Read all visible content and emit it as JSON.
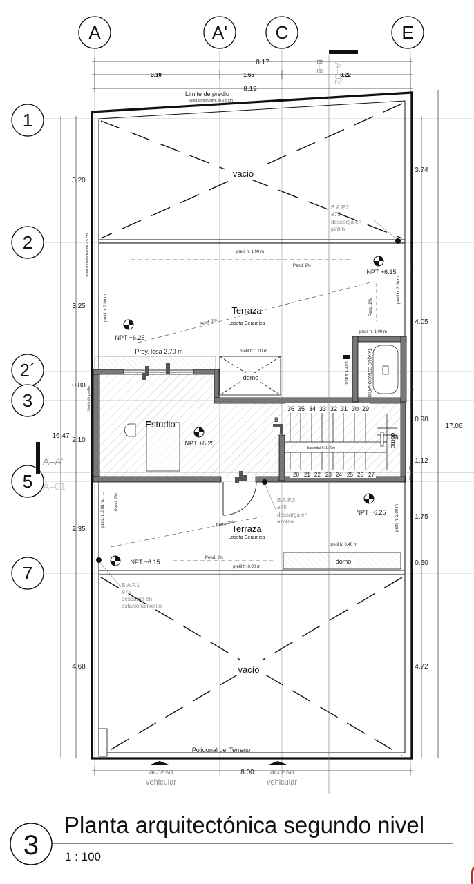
{
  "grid": {
    "columns": [
      "A",
      "A'",
      "C",
      "E"
    ],
    "rows": [
      "1",
      "2",
      "2´",
      "3",
      "5",
      "7"
    ]
  },
  "dimensions": {
    "top_total_1": "8.17",
    "top_total_2": "8.19",
    "top_seg_1": "3.10",
    "top_seg_2": "1.65",
    "top_seg_3": "3.22",
    "bottom_total": "8.00",
    "left_total": "16.47",
    "right_total": "17.06",
    "left_segments": [
      "3.20",
      "3.25",
      "0.80",
      "2.10",
      "2.35",
      "4.68"
    ],
    "right_segments": [
      "3.74",
      "4.05",
      "0.98",
      "1.12",
      "1.75",
      "0.60",
      "4.72"
    ]
  },
  "annotations": {
    "limite_predio": "Limite de predio",
    "junta_top": "Junta constructiva de 2.5 cm",
    "junta_side": "Junta constructiva de 2.5 cm",
    "limite_predio_side": "Limite de predio",
    "poligonal": "Poligonal del Terreno",
    "acceso_1": "acceso",
    "acceso_1b": "vehicular",
    "acceso_2": "acceso",
    "acceso_2b": "vehicular"
  },
  "rooms": {
    "vacio_top": "vacio",
    "vacio_bottom": "vacío",
    "terraza_1": "Terraza",
    "terraza_1_sub": "Loseta Ceramica",
    "terraza_2": "Terraza",
    "terraza_2_sub": "Loseta Ceramica",
    "estudio": "Estudio",
    "domo_1": "domo",
    "domo_2": "domo",
    "domo_3": "domo",
    "tanque": "TANQUE ESTACIONARIO",
    "proy_losa": "Proy. losa 2.70 m"
  },
  "levels": {
    "npt_1": "NPT +6.15",
    "npt_2": "NPT +6.25",
    "npt_3": "NPT +6.25",
    "npt_4": "NPT +6.25",
    "npt_5": "NPT +6.15"
  },
  "notes": {
    "pretil_1": "pretil h: 1.00 m",
    "pretil_2": "pretil h: 1.00 m",
    "pretil_3": "pretil h: 1.00 m",
    "pretil_4": "pretil h: 0.40 m",
    "pretil_5": "pretil h: 0.90 m",
    "pretil_v1": "pretil h: 2.00 m",
    "pretil_v2": "pretil h: 2.00 m",
    "pretil_v3": "pretil h: 2.00 m",
    "pretil_v4": "pretil h: 2.00 m",
    "pretil_v5": "pretil h: 1.00 m",
    "pretil_v6": "pretil h: 1.00 m",
    "barandal": "barandal h: 1.00m",
    "pend_1": "Pend. 2%",
    "pend_2": "Pend. 2%",
    "pend_3": "Pend. 2%",
    "pend_4": "Pend. 2%",
    "pend_5": "Pend. 2%",
    "pend_6": "Pend. 2%",
    "bap2": [
      "B.A.P.2",
      "ø75",
      "descarga  en",
      "jardín"
    ],
    "bap3": [
      "B.A.P.3",
      "ø75",
      "descarga  en",
      "azotea"
    ],
    "bap1": [
      "B.A.P.1",
      "ø75",
      "descarga  en",
      "estacionamiento"
    ]
  },
  "stairs": {
    "upper": [
      "36",
      "35",
      "34",
      "33",
      "32",
      "31",
      "30",
      "29"
    ],
    "lower": [
      "20",
      "21",
      "22",
      "23",
      "24",
      "25",
      "26",
      "27"
    ],
    "side": "28",
    "marker": "B"
  },
  "sections": {
    "aa": "A–A'",
    "aa_ghost": "A–01",
    "bb": "B–B'",
    "bb_ghost": "A–02"
  },
  "title_block": {
    "number": "3",
    "title": "Planta arquitectónica segundo nivel",
    "scale": "1 : 100"
  }
}
